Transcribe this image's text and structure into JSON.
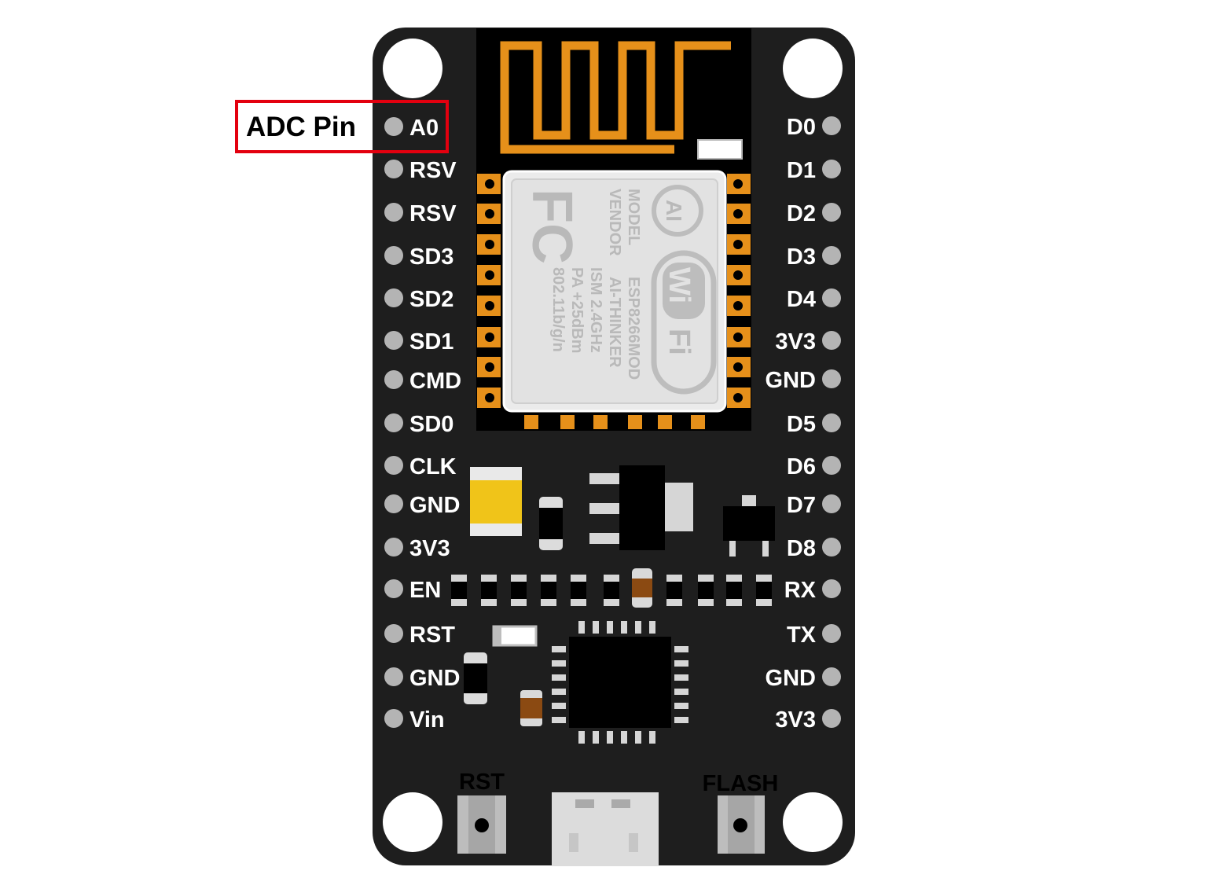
{
  "callout": {
    "label": "ADC Pin",
    "color": "#e3000f"
  },
  "pins_left": [
    "A0",
    "RSV",
    "RSV",
    "SD3",
    "SD2",
    "SD1",
    "CMD",
    "SD0",
    "CLK",
    "GND",
    "3V3",
    "EN",
    "RST",
    "GND",
    "Vin"
  ],
  "pins_right": [
    "D0",
    "D1",
    "D2",
    "D3",
    "D4",
    "3V3",
    "GND",
    "D5",
    "D6",
    "D7",
    "D8",
    "RX",
    "TX",
    "GND",
    "3V3"
  ],
  "buttons": {
    "left": "RST",
    "right": "FLASH"
  },
  "module": {
    "col1": "MODEL",
    "col2": "VENDOR",
    "col3": "ESP8266MOD",
    "col4": "AI-THINKER",
    "col5": "ISM 2.4GHz",
    "col6": "PA  +25dBm",
    "col7": "802.11b/g/n",
    "fc_logo": "FC",
    "wifi_logo_top": "Wi",
    "wifi_logo_bottom": "Fi",
    "ai_logo": "AI"
  },
  "colors": {
    "board": "#1e1e1e",
    "antenna": "#e6901a",
    "pads": "#e6901a",
    "shield": "#e4e4e4",
    "pin_dot": "#b4b4b4",
    "capacitor_yellow": "#f0c419",
    "resistor_brown": "#8b4a12"
  }
}
